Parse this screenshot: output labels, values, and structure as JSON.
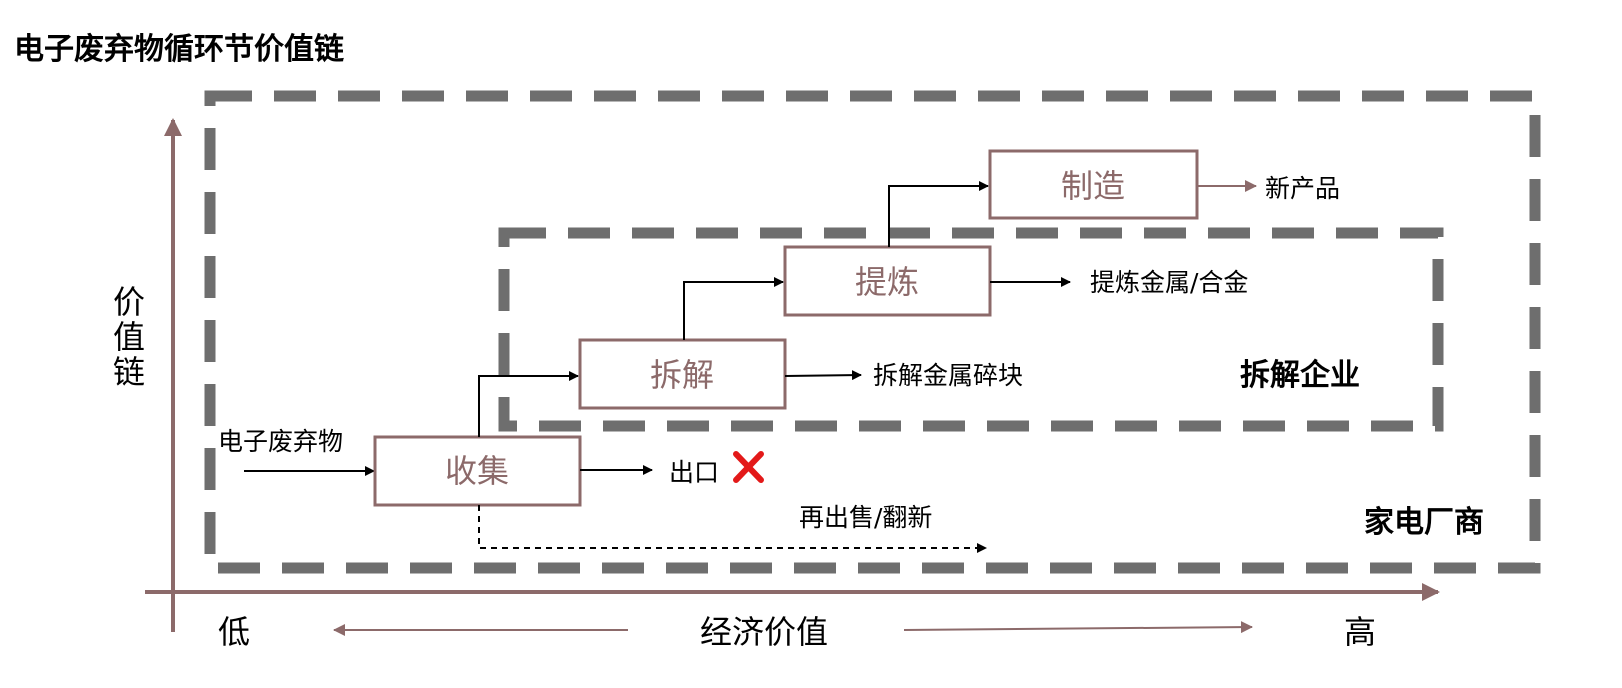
{
  "title": "电子废弃物循环节价值链",
  "y_axis": {
    "label_chars": [
      "价",
      "值",
      "链"
    ]
  },
  "x_axis": {
    "low": "低",
    "center": "经济价值",
    "high": "高"
  },
  "regions": {
    "outer": "家电厂商",
    "inner": "拆解企业"
  },
  "input_label": "电子废弃物",
  "boxes": {
    "collect": "收集",
    "dismantle": "拆解",
    "refine": "提炼",
    "manufacture": "制造"
  },
  "outputs": {
    "collect": "出口",
    "dismantle": "拆解金属碎块",
    "refine": "提炼金属/合金",
    "manufacture": "新产品",
    "resale": "再出售/翻新"
  },
  "colors": {
    "box_stroke": "#8c6a6a",
    "axis": "#8c6a6a",
    "dash_border": "#6e6e6e",
    "x_mark": "#e31919"
  }
}
